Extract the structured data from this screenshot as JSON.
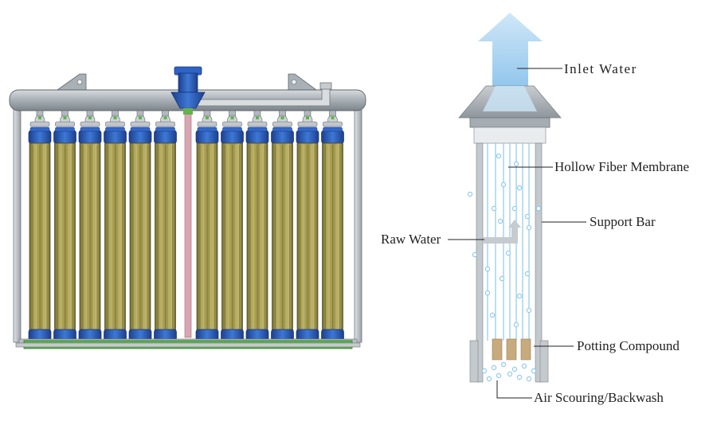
{
  "labels": {
    "inlet_water": "Inlet Water",
    "hollow_fiber_membrane": "Hollow Fiber Membrane",
    "support_bar": "Support Bar",
    "raw_water": "Raw Water",
    "potting_compound": "Potting Compound",
    "air_scouring_backwash": "Air Scouring/Backwash"
  },
  "rack": {
    "module_count": 12
  },
  "colors": {
    "frame": "#b9bec3",
    "membrane": "#a49a52",
    "membrane_dark": "#7a7234",
    "cap_blue": "#2a5fbe",
    "base_green": "#58b448",
    "pipe": "#9ea5ab",
    "arrow_blue": "#9fcdef",
    "fiber_blue": "#7fc1ea",
    "potting": "#c9ac80",
    "bubble": "#9fd2f3"
  }
}
